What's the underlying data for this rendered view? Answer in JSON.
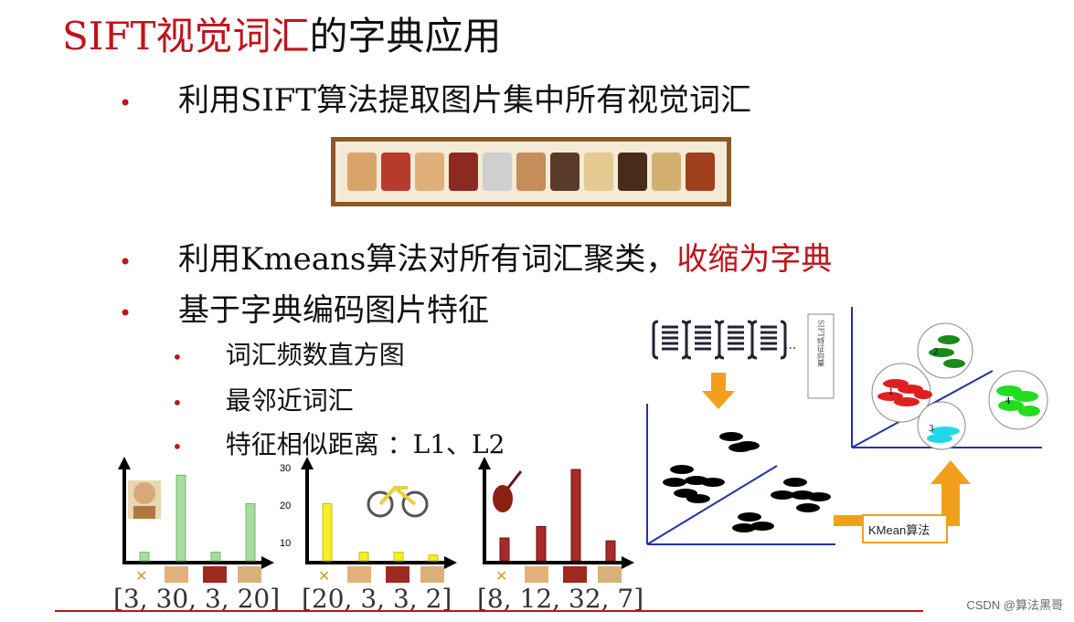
{
  "title": {
    "red_part": "SIFT视觉词汇",
    "black_part": "的字典应用"
  },
  "bullets": [
    {
      "text": "利用SIFT算法提取图片集中所有视觉词汇"
    },
    {
      "text": "利用Kmeans算法对所有词汇聚类，",
      "red_text": "收缩为字典"
    },
    {
      "text": "基于字典编码图片特征"
    }
  ],
  "sub_bullets": [
    "词汇频数直方图",
    "最邻近词汇",
    "特征相似距离 ：L1、L2"
  ],
  "strip_patches": [
    "#d9a46b",
    "#b83a2a",
    "#e0b07a",
    "#8c2a20",
    "#cfcfcf",
    "#c48d5a",
    "#5a3a2a",
    "#e6c990",
    "#4a2c1a",
    "#d4b070",
    "#a0401c"
  ],
  "histograms": [
    {
      "icon": "face-icon",
      "vector": "[3, 30, 3, 20]",
      "color": "#a8dca0",
      "stroke": "#6fb86a",
      "values": [
        3,
        30,
        3,
        20
      ]
    },
    {
      "icon": "bicycle-icon",
      "vector": "[20, 3, 3, 2]",
      "color": "#f5ee2a",
      "stroke": "#c8c000",
      "values": [
        20,
        3,
        3,
        2
      ],
      "ticks": [
        "30",
        "20",
        "10"
      ]
    },
    {
      "icon": "violin-icon",
      "vector": "[8, 12, 32, 7]",
      "color": "#a82a2a",
      "stroke": "#6a1010",
      "values": [
        8,
        12,
        32,
        7
      ]
    }
  ],
  "diagram": {
    "sift_label": "SIFT特征向量",
    "kmeans_label": "KMean算法",
    "ellipsis": "...",
    "cluster_labels": [
      "1",
      "2",
      "3",
      "4"
    ]
  },
  "footer": "CSDN @算法黑哥"
}
